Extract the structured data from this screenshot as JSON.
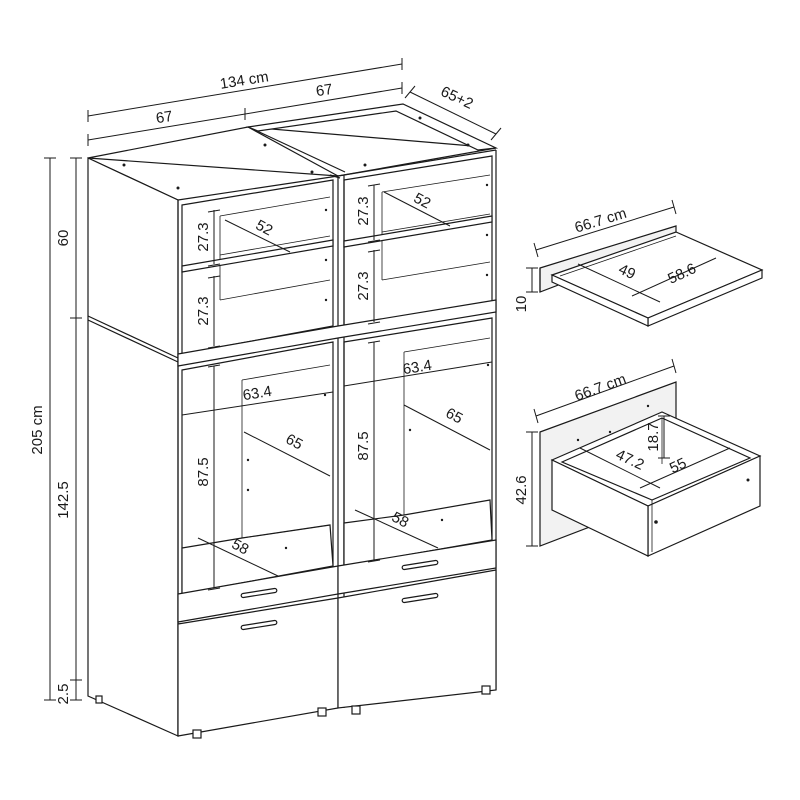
{
  "dimensions": {
    "total_width": "134 cm",
    "left_width": "67",
    "right_width": "67",
    "depth": "65+2",
    "total_height": "205 cm",
    "top_height": "60",
    "bottom_height": "142.5",
    "foot_height": "2.5",
    "top_shelf_height_left": "27.3",
    "top_shelf_height_left_2": "27.3",
    "top_shelf_height_right": "27.3",
    "top_shelf_height_right_2": "27.3",
    "top_depth_left": "52",
    "top_depth_right": "52",
    "inner_width_left": "63.4",
    "inner_width_right": "63.4",
    "inner_height_left": "87.5",
    "inner_height_right": "87.5",
    "inner_depth_left": "65",
    "inner_depth_right": "65",
    "floor_depth_left": "58",
    "floor_depth_right": "58"
  },
  "shelf_detail": {
    "width": "66.7 cm",
    "depth_a": "49",
    "depth_b": "58.6",
    "height": "10"
  },
  "drawer_detail": {
    "width": "66.7 cm",
    "inner_depth": "47.2",
    "outer_depth": "55",
    "inner_height": "18.7",
    "front_height": "42.6"
  }
}
